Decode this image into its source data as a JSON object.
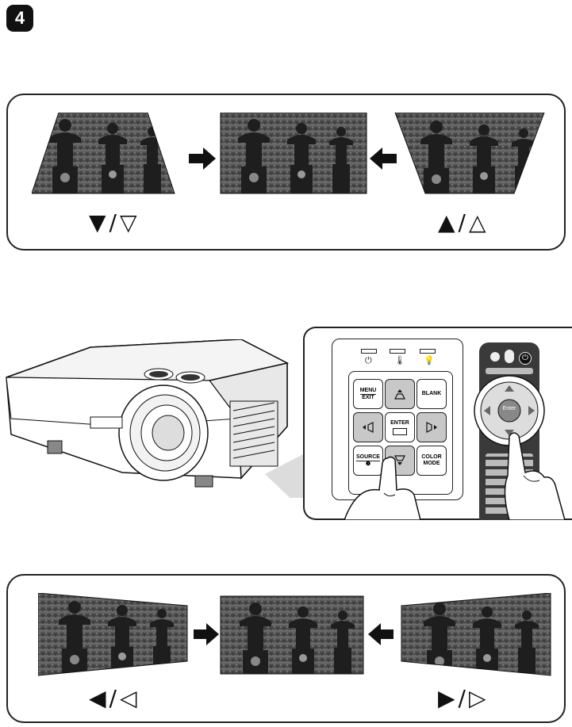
{
  "step": {
    "number": "4"
  },
  "vertical_keystone": {
    "left_label": {
      "solid": "▼",
      "slash": "/",
      "outline": "▽"
    },
    "right_label": {
      "solid": "▲",
      "slash": "/",
      "outline": "△"
    }
  },
  "control_panel": {
    "keys": {
      "menu": "MENU",
      "exit": "EXIT",
      "blank": "BLANK",
      "enter": "ENTER",
      "source": "SOURCE",
      "source_sub": "❷",
      "color1": "COLOR",
      "color2": "MODE"
    },
    "indicators": [
      "⏻",
      "🌡",
      "💡"
    ]
  },
  "remote": {
    "enter_label": "Enter"
  },
  "horizontal_keystone": {
    "left_label": {
      "solid": "◀",
      "slash": "/",
      "outline": "◁"
    },
    "right_label": {
      "solid": "▶",
      "slash": "/",
      "outline": "▷"
    }
  }
}
